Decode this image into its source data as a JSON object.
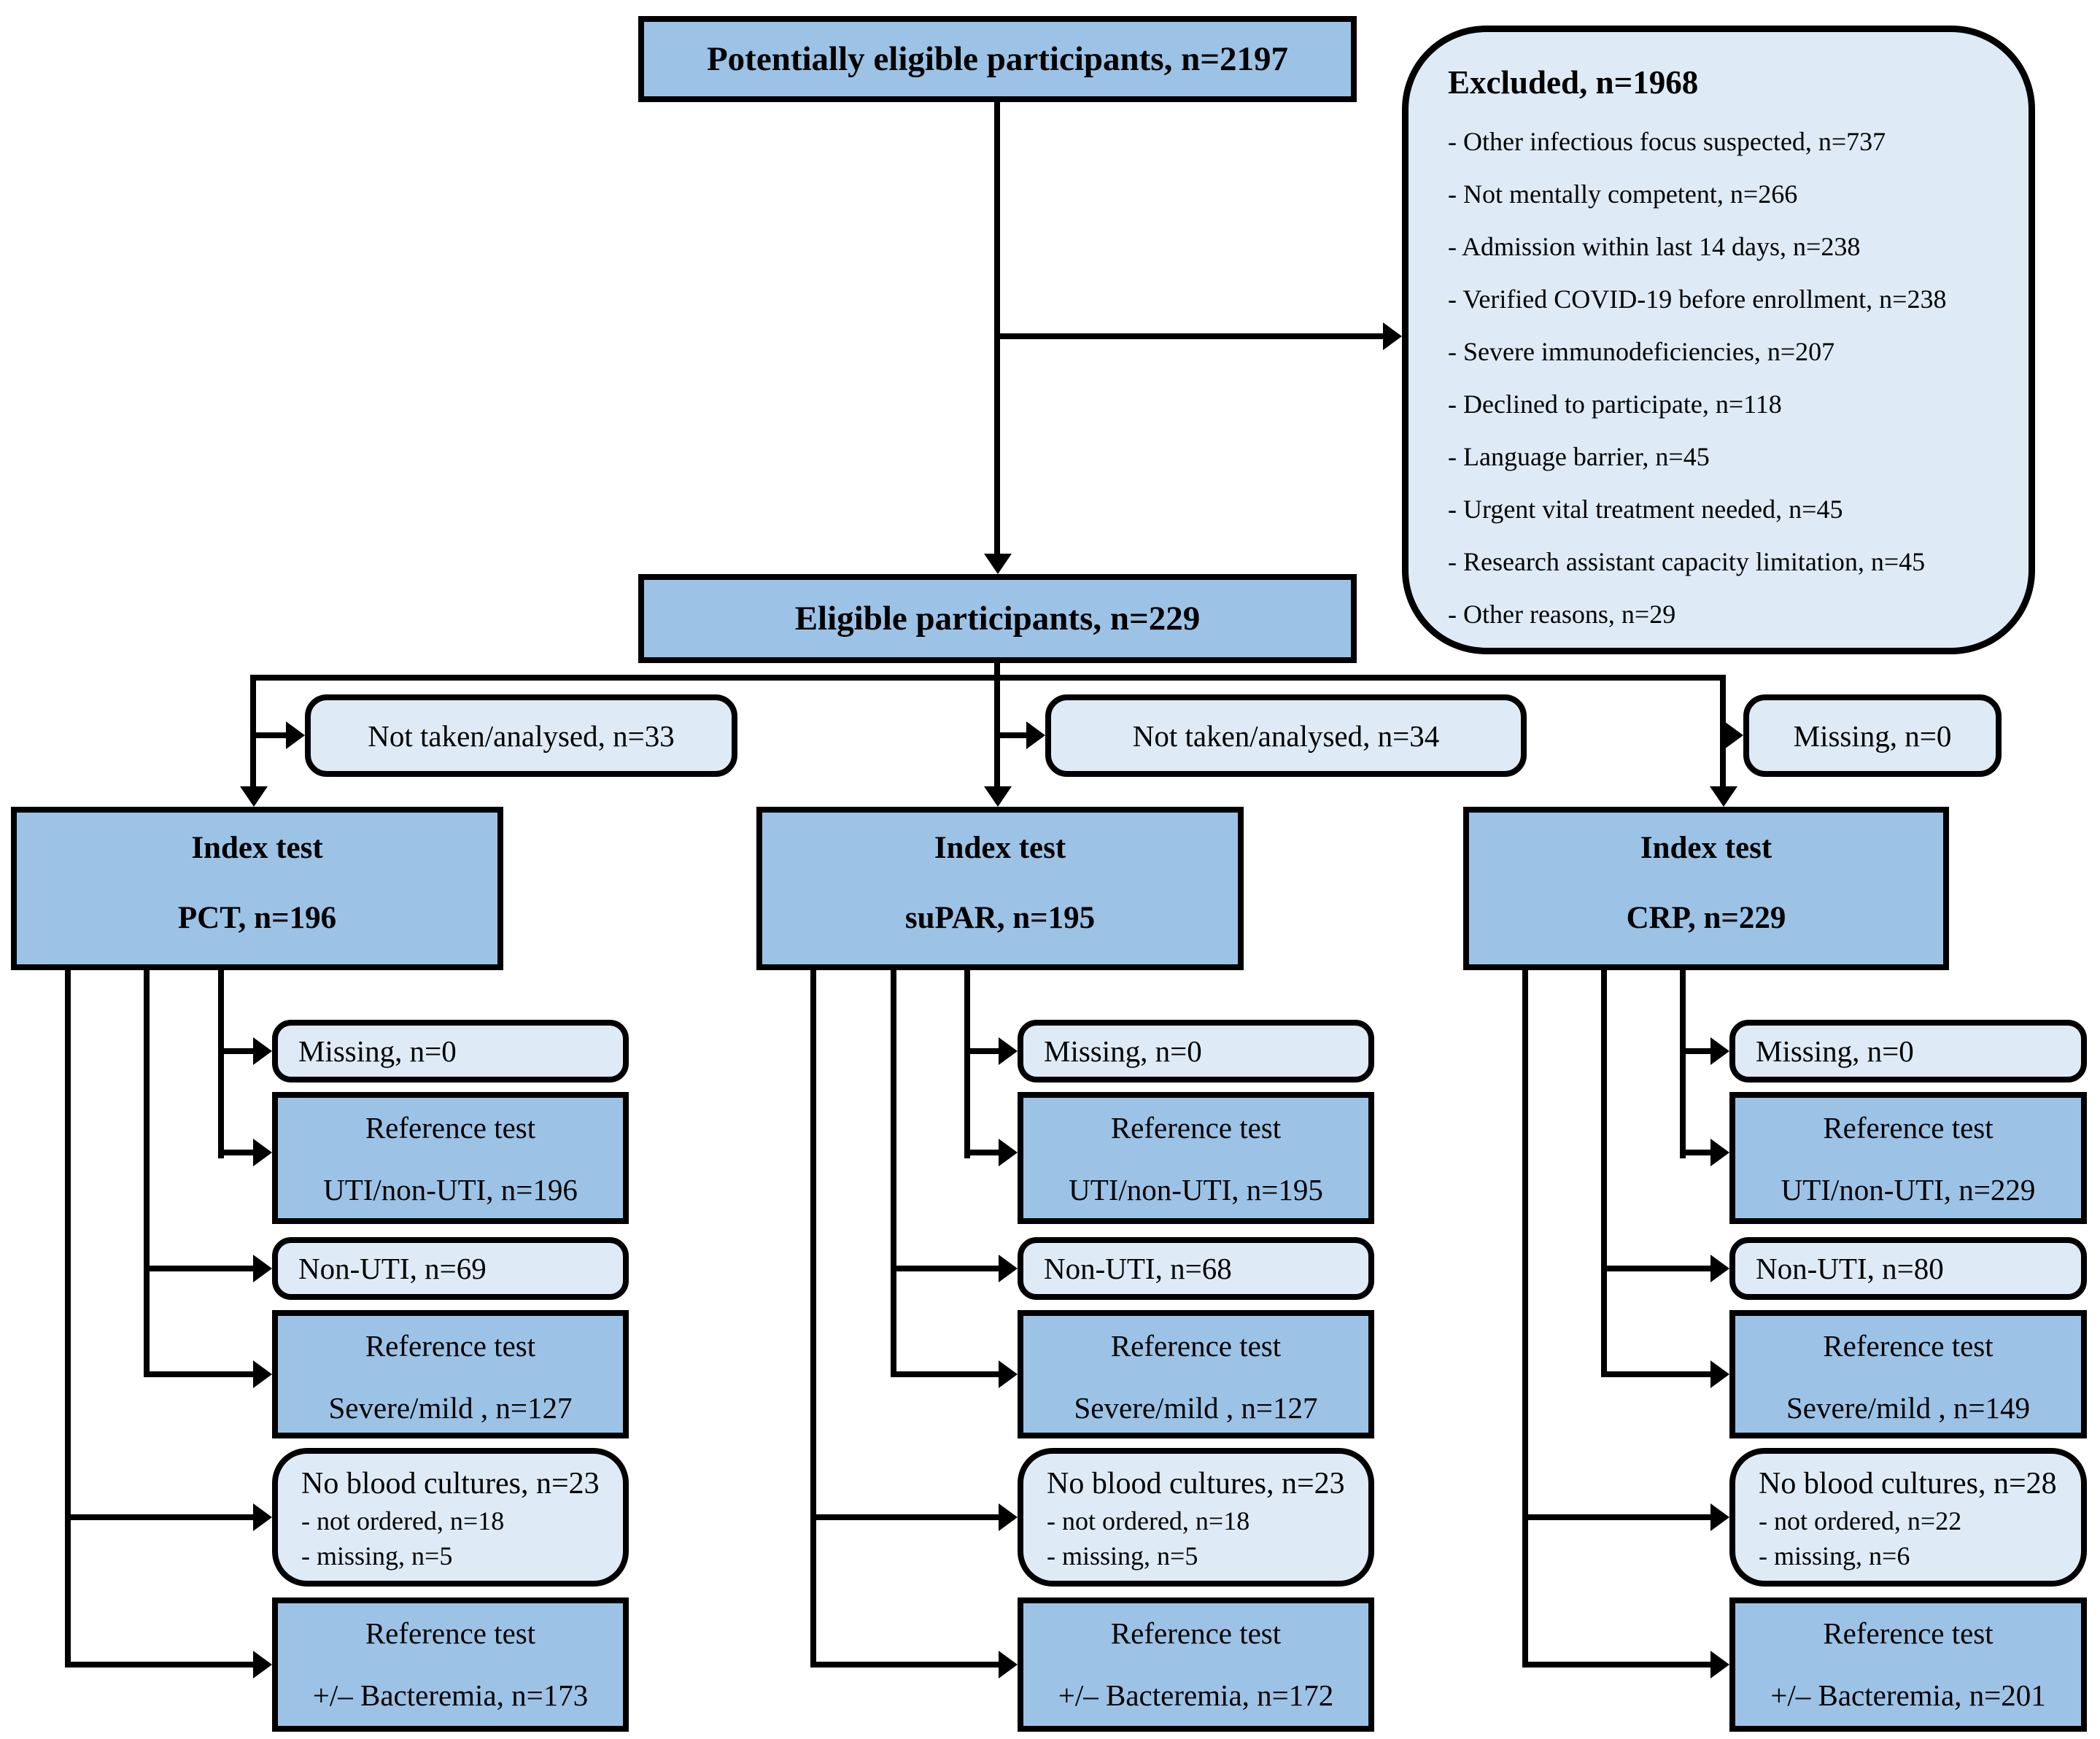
{
  "colors": {
    "box_fill_dark": "#9cc3e6",
    "box_fill_light": "#deebf7",
    "border": "#000000",
    "background": "#ffffff"
  },
  "flow": {
    "potentially_eligible": "Potentially eligible participants, n=2197",
    "excluded": {
      "title": "Excluded, n=1968",
      "reasons": [
        "- Other infectious focus suspected, n=737",
        "- Not mentally competent, n=266",
        "- Admission within last 14 days, n=238",
        "- Verified COVID-19 before enrollment, n=238",
        "- Severe immunodeficiencies, n=207",
        "- Declined to participate, n=118",
        "- Language barrier, n=45",
        "- Urgent vital treatment needed, n=45",
        "- Research assistant capacity limitation, n=45",
        "- Other reasons, n=29"
      ]
    },
    "eligible": "Eligible participants, n=229",
    "exclusion_branches": [
      "Not taken/analysed, n=33",
      "Not taken/analysed, n=34",
      "Missing, n=0"
    ],
    "columns": [
      {
        "index_test_line1": "Index test",
        "index_test_line2": "PCT, n=196",
        "missing": "Missing, n=0",
        "ref_uti_line1": "Reference test",
        "ref_uti_line2": "UTI/non-UTI, n=196",
        "non_uti": "Non-UTI, n=69",
        "ref_severity_line1": "Reference test",
        "ref_severity_line2": "Severe/mild , n=127",
        "no_blood_cultures_title": "No blood cultures, n=23",
        "no_blood_cultures_item1": "- not ordered, n=18",
        "no_blood_cultures_item2": "- missing, n=5",
        "ref_bacteremia_line1": "Reference test",
        "ref_bacteremia_line2": "+/– Bacteremia, n=173"
      },
      {
        "index_test_line1": "Index test",
        "index_test_line2": "suPAR, n=195",
        "missing": "Missing, n=0",
        "ref_uti_line1": "Reference test",
        "ref_uti_line2": "UTI/non-UTI, n=195",
        "non_uti": "Non-UTI, n=68",
        "ref_severity_line1": "Reference test",
        "ref_severity_line2": "Severe/mild , n=127",
        "no_blood_cultures_title": "No blood cultures, n=23",
        "no_blood_cultures_item1": "- not ordered, n=18",
        "no_blood_cultures_item2": "- missing, n=5",
        "ref_bacteremia_line1": "Reference test",
        "ref_bacteremia_line2": "+/– Bacteremia, n=172"
      },
      {
        "index_test_line1": "Index test",
        "index_test_line2": "CRP, n=229",
        "missing": "Missing, n=0",
        "ref_uti_line1": "Reference test",
        "ref_uti_line2": "UTI/non-UTI, n=229",
        "non_uti": "Non-UTI, n=80",
        "ref_severity_line1": "Reference test",
        "ref_severity_line2": "Severe/mild , n=149",
        "no_blood_cultures_title": "No blood cultures, n=28",
        "no_blood_cultures_item1": "- not ordered, n=22",
        "no_blood_cultures_item2": "- missing, n=6",
        "ref_bacteremia_line1": "Reference test",
        "ref_bacteremia_line2": "+/– Bacteremia, n=201"
      }
    ]
  }
}
